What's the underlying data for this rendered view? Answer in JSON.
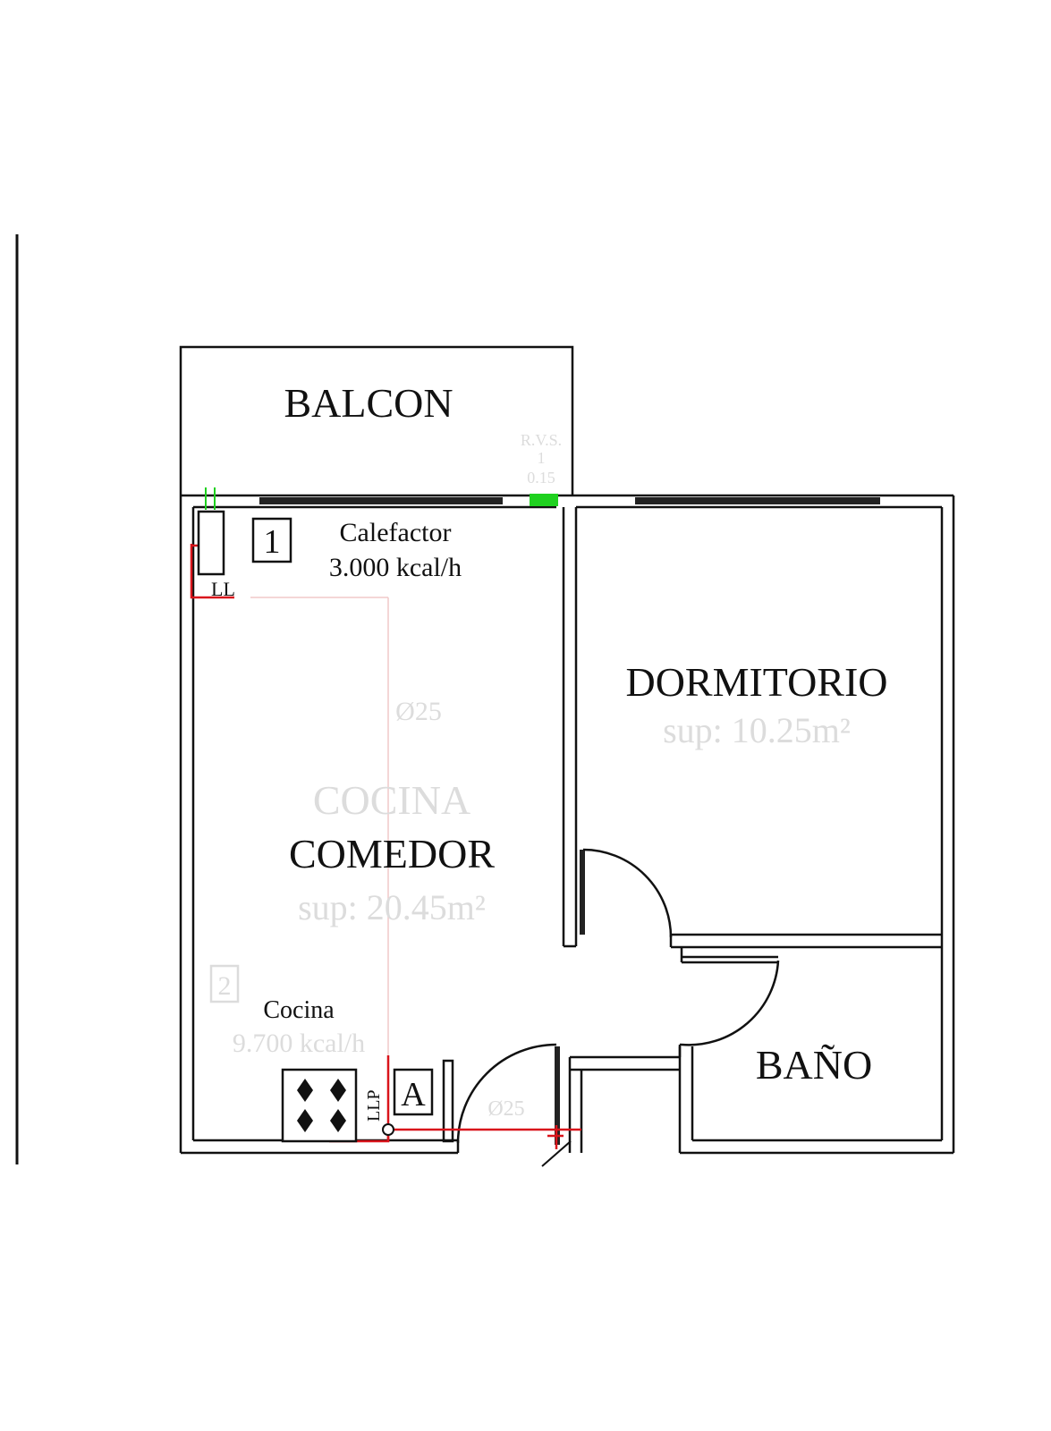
{
  "rooms": {
    "balcon": "BALCON",
    "dormitorio": "DORMITORIO",
    "dormitorio_area": "sup: 10.25m²",
    "comedor": "COMEDOR",
    "cocina_faint": "COCINA",
    "comedor_area": "sup: 20.45m²",
    "bano": "BAÑO"
  },
  "appliances": {
    "calefactor_number": "1",
    "calefactor_name": "Calefactor",
    "calefactor_power": "3.000 kcal/h",
    "cocina_number": "2",
    "cocina_name": "Cocina",
    "cocina_power": "9.700 kcal/h",
    "meter_label": "A"
  },
  "pipe_labels": {
    "ll": "LL",
    "llp": "LLP",
    "diameter_1": "Ø25",
    "diameter_2": "Ø25"
  },
  "vent_label": {
    "line1": "R.V.S.",
    "line2": "1",
    "line3": "0.15"
  },
  "colors": {
    "wall": "#111111",
    "gas_pipe": "#d9141b",
    "vent": "#1fd11f",
    "faint_text": "#dcdcdc"
  }
}
